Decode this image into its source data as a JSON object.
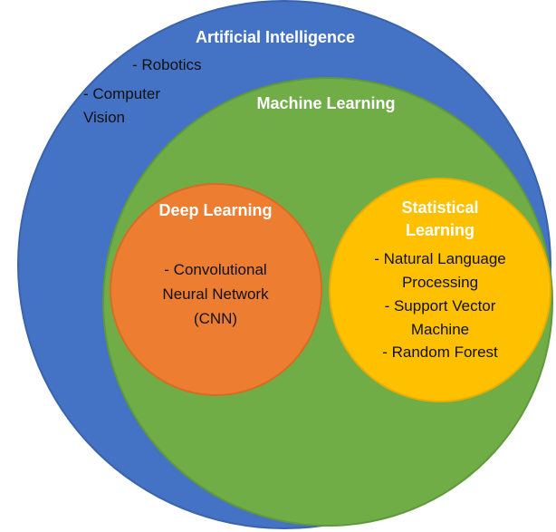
{
  "ai": {
    "title": "Artificial Intelligence",
    "items": [
      "- Robotics",
      "- Computer",
      "Vision"
    ]
  },
  "ml": {
    "title": "Machine Learning"
  },
  "dl": {
    "title": "Deep Learning",
    "items": [
      "- Convolutional",
      "Neural Network",
      "(CNN)"
    ]
  },
  "sl": {
    "title_line1": "Statistical",
    "title_line2": "Learning",
    "items": [
      "- Natural Language",
      "Processing",
      "- Support Vector",
      "Machine",
      "- Random Forest"
    ]
  },
  "colors": {
    "ai": "#4472c4",
    "ml": "#70ad47",
    "dl": "#ed7d31",
    "sl": "#ffc000"
  }
}
